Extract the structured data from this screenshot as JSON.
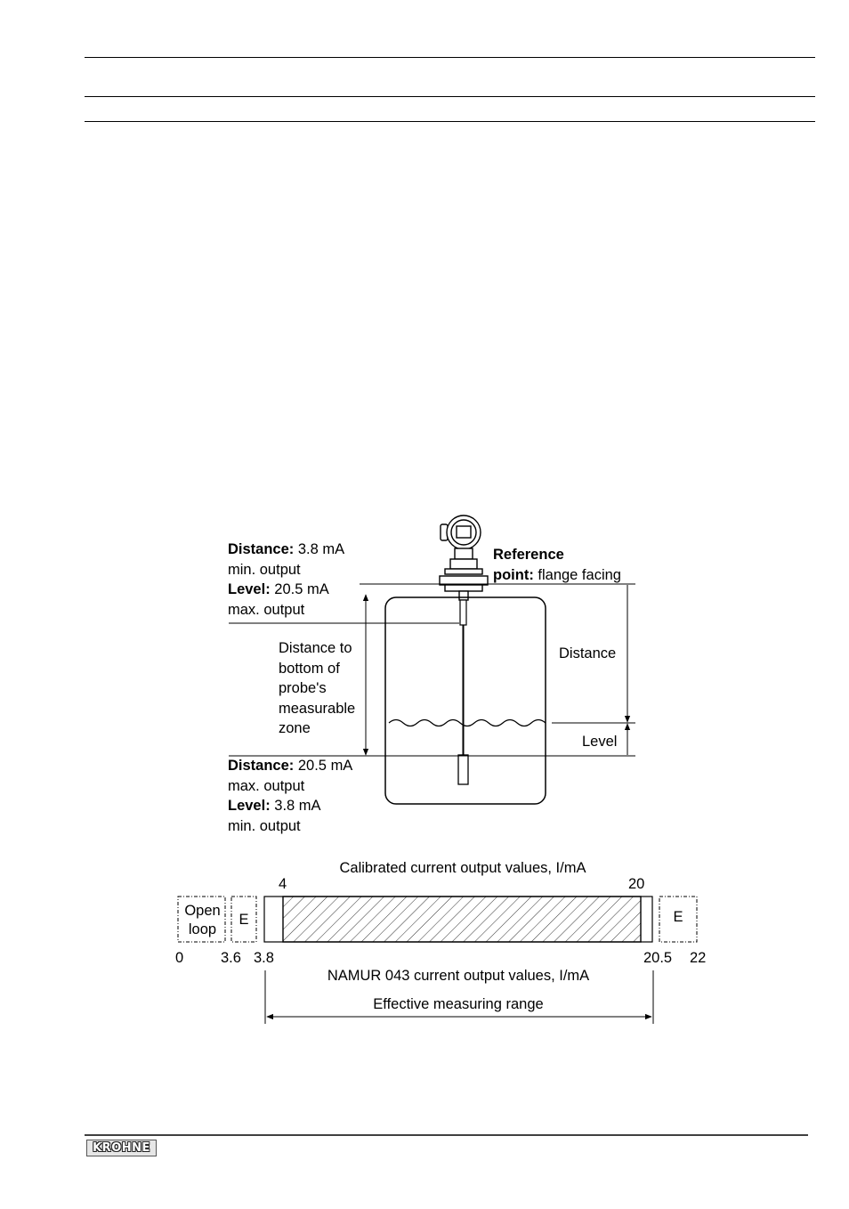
{
  "brand": {
    "logo_text": "KROHNE"
  },
  "diagram": {
    "top_labels": {
      "distance_key": "Distance:",
      "distance_value": " 3.8 mA",
      "distance_note": "min. output",
      "level_key": "Level:",
      "level_value": " 20.5 mA",
      "level_note": "max. output"
    },
    "reference_point": {
      "line1": "Reference",
      "key": "point:",
      "value": " flange facing"
    },
    "probe_zone_lines": [
      "Distance to",
      "bottom of",
      "probe's",
      "measurable",
      "zone"
    ],
    "distance_label": "Distance",
    "level_label": "Level",
    "bottom_labels": {
      "distance_key": "Distance:",
      "distance_value": " 20.5 mA",
      "distance_note": "max. output",
      "level_key": "Level:",
      "level_value": " 3.8 mA",
      "level_note": "min. output"
    }
  },
  "current_scale": {
    "calibrated_title": "Calibrated current output values, I/mA",
    "calibrated_min": "4",
    "calibrated_max": "20",
    "open_loop_line1": "Open",
    "open_loop_line2": "loop",
    "error_left": "E",
    "error_right": "E",
    "ticks": [
      "0",
      "3.6",
      "3.8",
      "20.5",
      "22"
    ],
    "namur_title": "NAMUR 043 current output values, I/mA",
    "effective_range": "Effective measuring range"
  }
}
